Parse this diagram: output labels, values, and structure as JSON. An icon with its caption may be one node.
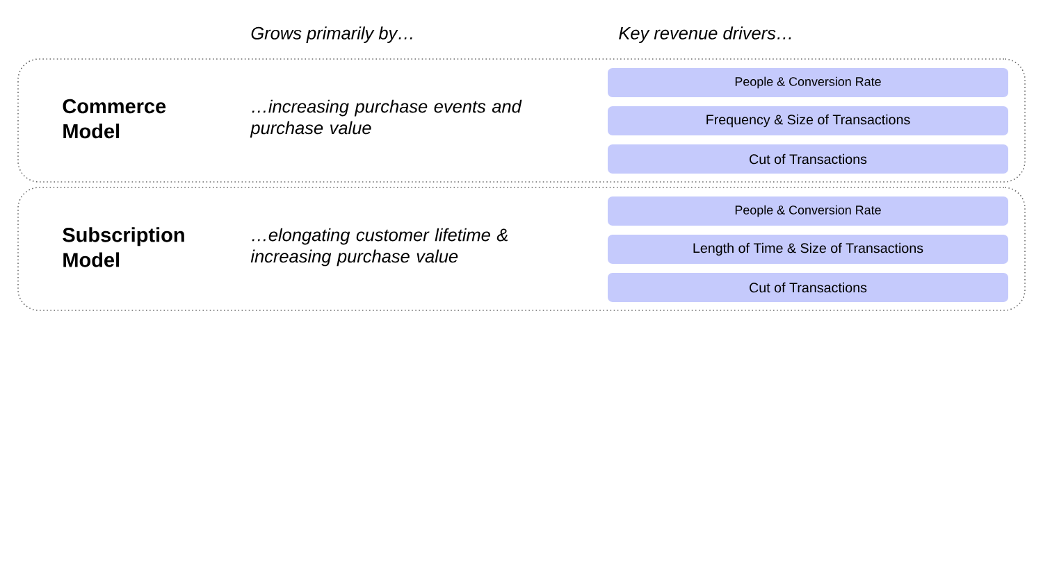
{
  "diagram": {
    "nodes": [
      {
        "text": [
          "Commerce Model",
          "…increasing purchase events and purchase value"
        ]
      },
      {
        "text": [
          "People & Conversion Rate"
        ],
        "in": 0
      },
      {
        "text": [
          "Frequency & Size of Transactions"
        ],
        "in": 0
      },
      {
        "text": [
          "Cut of Transactions"
        ],
        "in": 0
      },
      {
        "text": [
          "Subscription Model",
          "…elongating customer lifetime & increasing purchase value"
        ]
      },
      {
        "text": [
          "People & Conversion Rate"
        ],
        "in": 4
      },
      {
        "text": [
          "Length of Time & Size of Transactions"
        ],
        "in": 4
      },
      {
        "text": [
          "Cut of Transactions"
        ],
        "in": 4
      }
    ],
    "labels": [
      "Grows primarily by…",
      "Key revenue drivers…"
    ]
  }
}
